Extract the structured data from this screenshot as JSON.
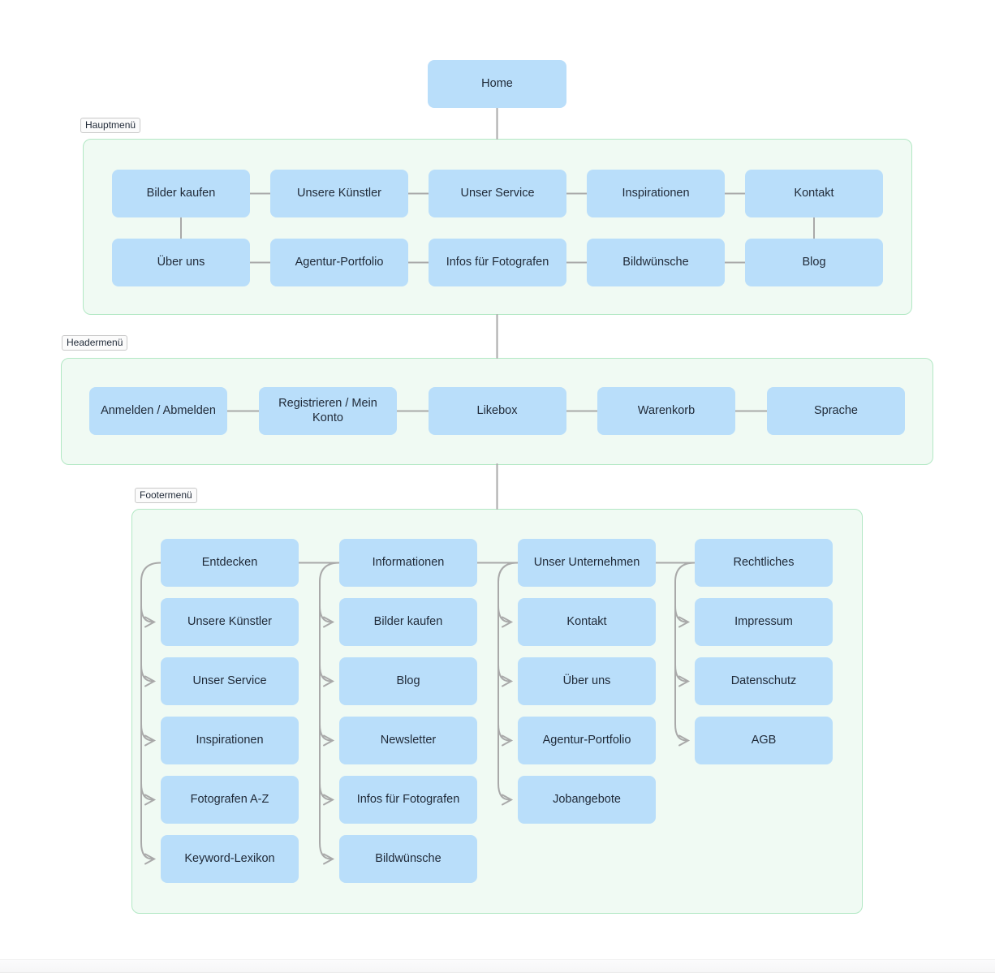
{
  "diagram": {
    "home": {
      "label": "Home"
    },
    "hauptmenu": {
      "label": "Hauptmenü",
      "row1": [
        "Bilder kaufen",
        "Unsere Künstler",
        "Unser Service",
        "Inspirationen",
        "Kontakt"
      ],
      "row2": [
        "Über uns",
        "Agentur-Portfolio",
        "Infos für Fotografen",
        "Bildwünsche",
        "Blog"
      ]
    },
    "headermenu": {
      "label": "Headermenü",
      "items": [
        "Anmelden / Abmelden",
        "Registrieren / Mein Konto",
        "Likebox",
        "Warenkorb",
        "Sprache"
      ]
    },
    "footermenu": {
      "label": "Footermenü",
      "columns": [
        {
          "header": "Entdecken",
          "children": [
            "Unsere Künstler",
            "Unser Service",
            "Inspirationen",
            "Fotografen A-Z",
            "Keyword-Lexikon"
          ]
        },
        {
          "header": "Informationen",
          "children": [
            "Bilder kaufen",
            "Blog",
            "Newsletter",
            "Infos für Fotografen",
            "Bildwünsche"
          ]
        },
        {
          "header": "Unser Unternehmen",
          "children": [
            "Kontakt",
            "Über uns",
            "Agentur-Portfolio",
            "Jobangebote"
          ]
        },
        {
          "header": "Rechtliches",
          "children": [
            "Impressum",
            "Datenschutz",
            "AGB"
          ]
        }
      ]
    },
    "colors": {
      "node_fill": "#b9defa",
      "node_text": "#1f2937",
      "section_fill": "#f0faf3",
      "section_border": "#b2e8c4",
      "connector": "#a9a9a9",
      "badge_bg": "#fbfbfb",
      "badge_border": "#c9c9c9"
    }
  }
}
